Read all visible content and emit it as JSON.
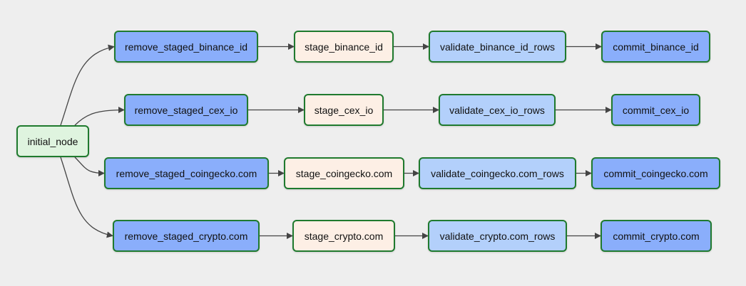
{
  "colors": {
    "background": "#eeeeee",
    "border": "#1f7a2e",
    "edge": "#444444",
    "initial": "#dff4df",
    "remove": "#8aaefb",
    "stage": "#fdefe5",
    "validate": "#b3d0fb",
    "commit": "#8aaefb"
  },
  "initial_node": "initial_node",
  "pipelines": [
    {
      "remove": "remove_staged_binance_id",
      "stage": "stage_binance_id",
      "validate": "validate_binance_id_rows",
      "commit": "commit_binance_id"
    },
    {
      "remove": "remove_staged_cex_io",
      "stage": "stage_cex_io",
      "validate": "validate_cex_io_rows",
      "commit": "commit_cex_io"
    },
    {
      "remove": "remove_staged_coingecko.com",
      "stage": "stage_coingecko.com",
      "validate": "validate_coingecko.com_rows",
      "commit": "commit_coingecko.com"
    },
    {
      "remove": "remove_staged_crypto.com",
      "stage": "stage_crypto.com",
      "validate": "validate_crypto.com_rows",
      "commit": "commit_crypto.com"
    }
  ]
}
